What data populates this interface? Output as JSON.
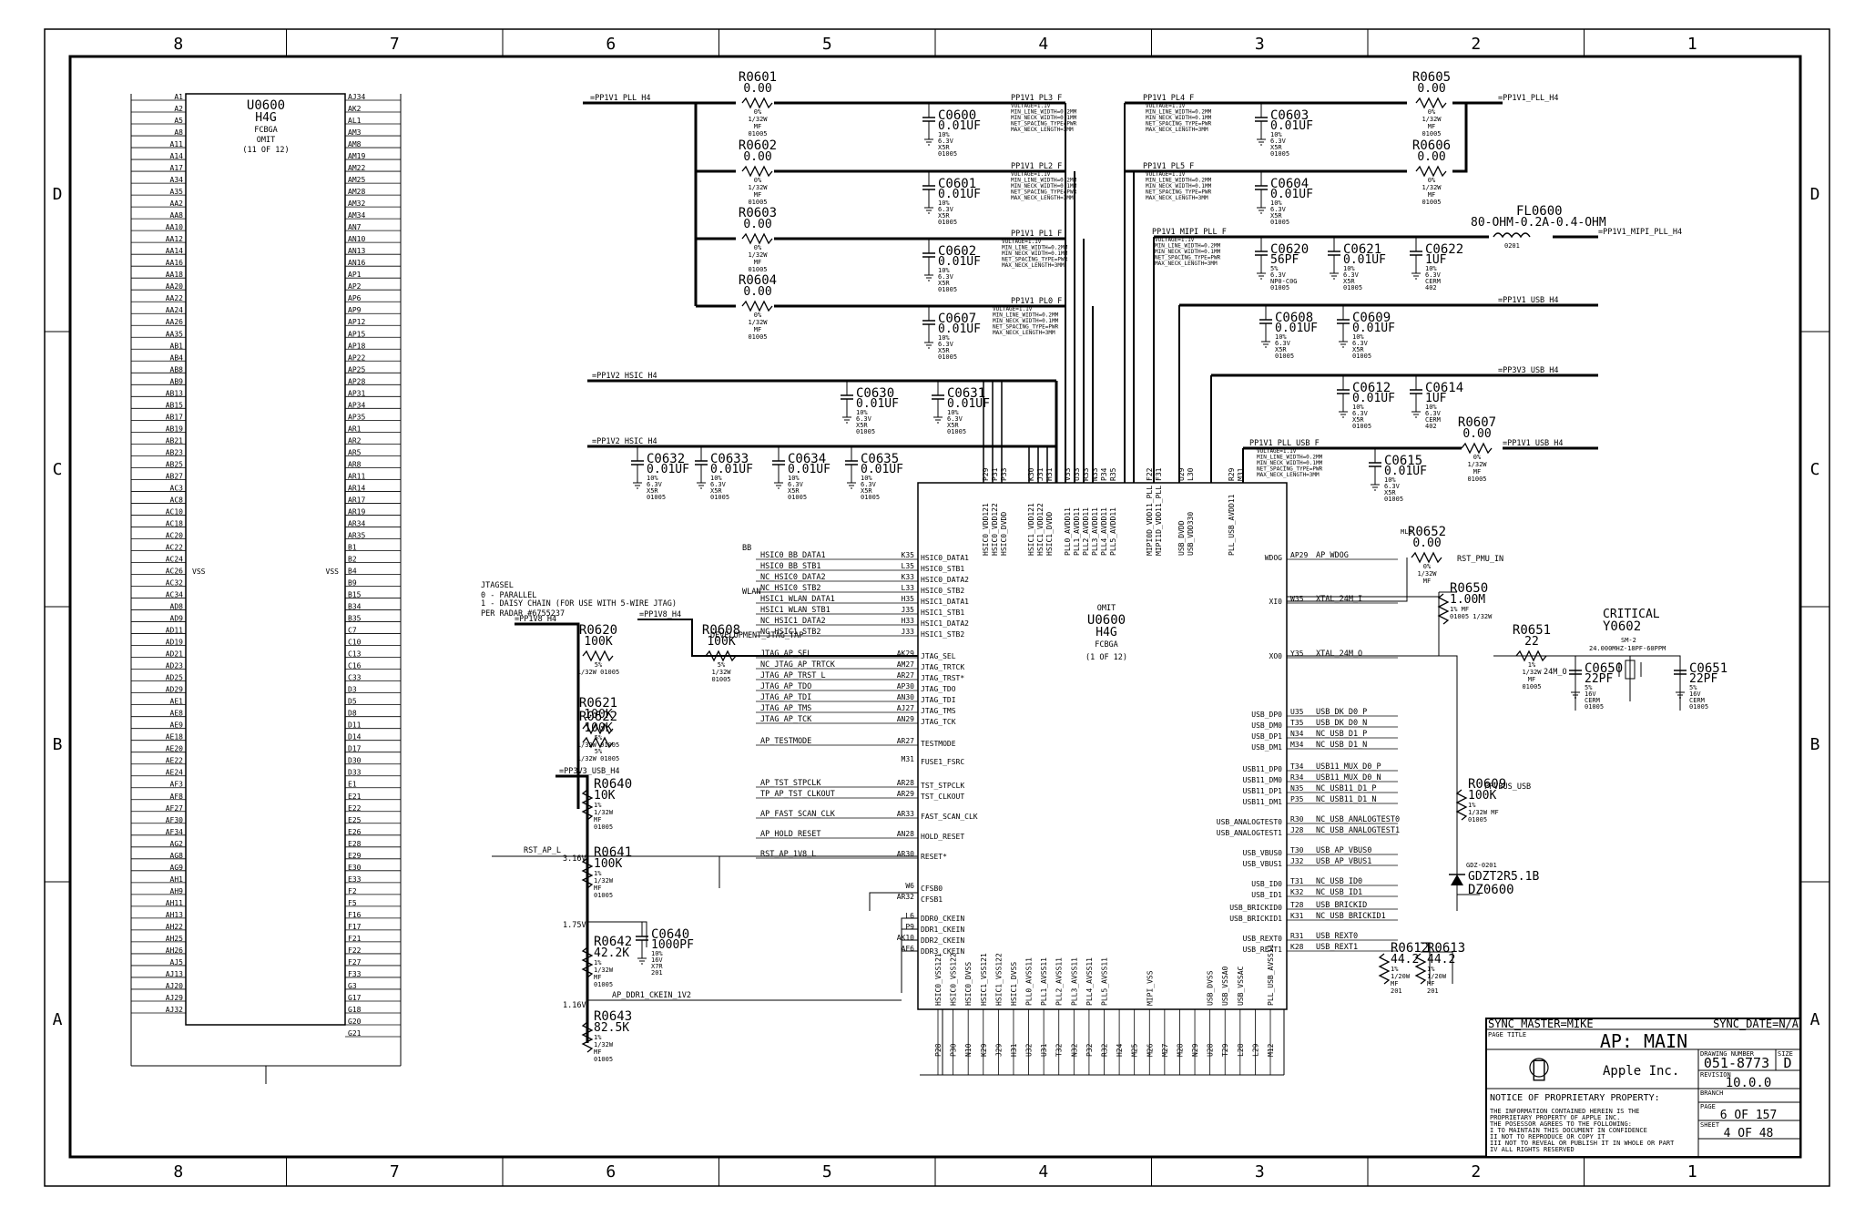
{
  "frame": {
    "columns": [
      "8",
      "7",
      "6",
      "5",
      "4",
      "3",
      "2",
      "1"
    ],
    "rows": [
      "D",
      "C",
      "B",
      "A"
    ]
  },
  "u0600_connector": {
    "ref": "U0600",
    "part": "H4G",
    "pkg": "FCBGA",
    "note": "OMIT",
    "unit": "(11 OF 12)",
    "vss": "VSS",
    "left_pins": [
      "A1",
      "A2",
      "A5",
      "A8",
      "A11",
      "A14",
      "A17",
      "A34",
      "A35",
      "AA2",
      "AA8",
      "AA10",
      "AA12",
      "AA14",
      "AA16",
      "AA18",
      "AA20",
      "AA22",
      "AA24",
      "AA26",
      "AA35",
      "AB1",
      "AB4",
      "AB8",
      "AB9",
      "AB13",
      "AB15",
      "AB17",
      "AB19",
      "AB21",
      "AB23",
      "AB25",
      "AB27",
      "AC3",
      "AC8",
      "AC10",
      "AC18",
      "AC20",
      "AC22",
      "AC24",
      "AC26",
      "AC32",
      "AC34",
      "AD8",
      "AD9",
      "AD11",
      "AD19",
      "AD21",
      "AD23",
      "AD25",
      "AD29",
      "AE1",
      "AE8",
      "AE9",
      "AE18",
      "AE20",
      "AE22",
      "AE24",
      "AF3",
      "AF8",
      "AF27",
      "AF30",
      "AF34",
      "AG2",
      "AG8",
      "AG9",
      "AH1",
      "AH9",
      "AH11",
      "AH13",
      "AH22",
      "AH25",
      "AH26",
      "AJ5",
      "AJ13",
      "AJ20",
      "AJ29",
      "AJ32"
    ],
    "right_pins": [
      "AJ34",
      "AK2",
      "AL1",
      "AM3",
      "AM8",
      "AM19",
      "AM22",
      "AM25",
      "AM28",
      "AM32",
      "AM34",
      "AN7",
      "AN10",
      "AN13",
      "AN16",
      "AP1",
      "AP2",
      "AP6",
      "AP9",
      "AP12",
      "AP15",
      "AP18",
      "AP22",
      "AP25",
      "AP28",
      "AP31",
      "AP34",
      "AP35",
      "AR1",
      "AR2",
      "AR5",
      "AR8",
      "AR11",
      "AR14",
      "AR17",
      "AR19",
      "AR34",
      "AR35",
      "B1",
      "B2",
      "B4",
      "B9",
      "B15",
      "B34",
      "B35",
      "C7",
      "C10",
      "C13",
      "C16",
      "C33",
      "D3",
      "D5",
      "D8",
      "D11",
      "D14",
      "D17",
      "D30",
      "D33",
      "E1",
      "E21",
      "E22",
      "E25",
      "E26",
      "E28",
      "E29",
      "E30",
      "E33",
      "F2",
      "F5",
      "F16",
      "F17",
      "F21",
      "F22",
      "F27",
      "F33",
      "G3",
      "G17",
      "G18",
      "G20",
      "G21"
    ]
  },
  "resistors": [
    {
      "ref": "R0601",
      "value": "0.00",
      "specs": [
        "0%",
        "1/32W",
        "MF",
        "01005"
      ]
    },
    {
      "ref": "R0602",
      "value": "0.00",
      "specs": [
        "0%",
        "1/32W",
        "MF",
        "01005"
      ]
    },
    {
      "ref": "R0603",
      "value": "0.00",
      "specs": [
        "0%",
        "1/32W",
        "MF",
        "01005"
      ]
    },
    {
      "ref": "R0604",
      "value": "0.00",
      "specs": [
        "0%",
        "1/32W",
        "MF",
        "01005"
      ]
    },
    {
      "ref": "R0605",
      "value": "0.00",
      "specs": [
        "0%",
        "1/32W",
        "MF",
        "01005"
      ]
    },
    {
      "ref": "R0606",
      "value": "0.00",
      "specs": [
        "0%",
        "1/32W",
        "MF",
        "01005"
      ]
    },
    {
      "ref": "R0607",
      "value": "0.00",
      "specs": [
        "0%",
        "1/32W",
        "MF",
        "01005"
      ]
    },
    {
      "ref": "R0608",
      "value": "100K",
      "specs": [
        "5%",
        "1/32W",
        "01005"
      ]
    },
    {
      "ref": "R0620",
      "value": "100K",
      "specs": [
        "5%",
        "1/32W 01005"
      ]
    },
    {
      "ref": "R0621",
      "value": "100K",
      "specs": [
        "5%",
        "1/32W 01005"
      ]
    },
    {
      "ref": "R0622",
      "value": "100K",
      "specs": [
        "5%",
        "1/32W 01005"
      ]
    },
    {
      "ref": "R0640",
      "value": "10K",
      "specs": [
        "1%",
        "1/32W",
        "MF",
        "01005"
      ]
    },
    {
      "ref": "R0641",
      "value": "100K",
      "specs": [
        "1%",
        "1/32W",
        "MF",
        "01005"
      ]
    },
    {
      "ref": "R0642",
      "value": "42.2K",
      "specs": [
        "1%",
        "1/32W",
        "MF",
        "01005"
      ]
    },
    {
      "ref": "R0643",
      "value": "82.5K",
      "specs": [
        "1%",
        "1/32W",
        "MF",
        "01005"
      ]
    },
    {
      "ref": "R0650",
      "value": "1.00M",
      "specs": [
        "1% MF",
        "01005 1/32W"
      ]
    },
    {
      "ref": "R0651",
      "value": "22",
      "specs": [
        "1%",
        "1/32W",
        "MF",
        "01005"
      ]
    },
    {
      "ref": "R0652",
      "value": "0.00",
      "specs": [
        "0%",
        "1/32W",
        "MF"
      ]
    },
    {
      "ref": "R0609",
      "value": "100K",
      "specs": [
        "1%",
        "1/32W MF",
        "01005"
      ]
    },
    {
      "ref": "R0612",
      "value": "44.2",
      "specs": [
        "1%",
        "1/20W",
        "MF",
        "201"
      ]
    },
    {
      "ref": "R0613",
      "value": "44.2",
      "specs": [
        "1%",
        "1/20W",
        "MF",
        "201"
      ]
    }
  ],
  "capacitors": [
    {
      "ref": "C0600",
      "value": "0.01UF",
      "specs": [
        "10%",
        "6.3V",
        "X5R",
        "01005"
      ]
    },
    {
      "ref": "C0601",
      "value": "0.01UF",
      "specs": [
        "10%",
        "6.3V",
        "X5R",
        "01005"
      ]
    },
    {
      "ref": "C0602",
      "value": "0.01UF",
      "specs": [
        "10%",
        "6.3V",
        "X5R",
        "01005"
      ]
    },
    {
      "ref": "C0607",
      "value": "0.01UF",
      "specs": [
        "10%",
        "6.3V",
        "X5R",
        "01005"
      ]
    },
    {
      "ref": "C0603",
      "value": "0.01UF",
      "specs": [
        "10%",
        "6.3V",
        "X5R",
        "01005"
      ]
    },
    {
      "ref": "C0604",
      "value": "0.01UF",
      "specs": [
        "10%",
        "6.3V",
        "X5R",
        "01005"
      ]
    },
    {
      "ref": "C0620",
      "value": "56PF",
      "specs": [
        "5%",
        "6.3V",
        "NP0-C0G",
        "01005"
      ]
    },
    {
      "ref": "C0621",
      "value": "0.01UF",
      "specs": [
        "10%",
        "6.3V",
        "X5R",
        "01005"
      ]
    },
    {
      "ref": "C0622",
      "value": "1UF",
      "specs": [
        "10%",
        "6.3V",
        "CERM",
        "402"
      ]
    },
    {
      "ref": "C0608",
      "value": "0.01UF",
      "specs": [
        "10%",
        "6.3V",
        "X5R",
        "01005"
      ]
    },
    {
      "ref": "C0609",
      "value": "0.01UF",
      "specs": [
        "10%",
        "6.3V",
        "X5R",
        "01005"
      ]
    },
    {
      "ref": "C0612",
      "value": "0.01UF",
      "specs": [
        "10%",
        "6.3V",
        "X5R",
        "01005"
      ]
    },
    {
      "ref": "C0614",
      "value": "1UF",
      "specs": [
        "10%",
        "6.3V",
        "CERM",
        "402"
      ]
    },
    {
      "ref": "C0615",
      "value": "0.01UF",
      "specs": [
        "10%",
        "6.3V",
        "X5R",
        "01005"
      ]
    },
    {
      "ref": "C0630",
      "value": "0.01UF",
      "specs": [
        "10%",
        "6.3V",
        "X5R",
        "01005"
      ]
    },
    {
      "ref": "C0631",
      "value": "0.01UF",
      "specs": [
        "10%",
        "6.3V",
        "X5R",
        "01005"
      ]
    },
    {
      "ref": "C0632",
      "value": "0.01UF",
      "specs": [
        "10%",
        "6.3V",
        "X5R",
        "01005"
      ]
    },
    {
      "ref": "C0633",
      "value": "0.01UF",
      "specs": [
        "10%",
        "6.3V",
        "X5R",
        "01005"
      ]
    },
    {
      "ref": "C0634",
      "value": "0.01UF",
      "specs": [
        "10%",
        "6.3V",
        "X5R",
        "01005"
      ]
    },
    {
      "ref": "C0635",
      "value": "0.01UF",
      "specs": [
        "10%",
        "6.3V",
        "X5R",
        "01005"
      ]
    },
    {
      "ref": "C0640",
      "value": "1000PF",
      "specs": [
        "10%",
        "16V",
        "X7R",
        "201"
      ]
    },
    {
      "ref": "C0650",
      "value": "22PF",
      "specs": [
        "5%",
        "16V",
        "CERM",
        "01005"
      ]
    },
    {
      "ref": "C0651",
      "value": "22PF",
      "specs": [
        "5%",
        "16V",
        "CERM",
        "01005"
      ]
    }
  ],
  "special_parts": {
    "fl0600_ref": "FL0600",
    "fl0600_value": "80-OHM-0.2A-0.4-OHM",
    "fl0600_pkg": "0201",
    "y0602_note": "CRITICAL",
    "y0602_ref": "Y0602",
    "y0602_pkg": "SM-2",
    "y0602_value": "24.000MHZ-18PF-60PPM",
    "dz0600_pkg": "GDZ-0201",
    "dz0600_part": "GDZT2R5.1B",
    "dz0600_ref": "DZ0600",
    "mlb": "MLB"
  },
  "net_labels": {
    "pp1v1_pll_h4_left": "=PP1V1_PLL_H4",
    "pp1v1_pll_h4_right": "=PP1V1_PLL_H4",
    "pp1v1_mipi_pll_h4": "=PP1V1_MIPI_PLL_H4",
    "pp1v1_usb_h4": "=PP1V1_USB_H4",
    "pp3v3_usb_h4": "=PP3V3_USB_H4",
    "pp1v1_usb_h4_b": "=PP1V1_USB_H4",
    "pp1v2_hsic_h4_a": "=PP1V2_HSIC_H4",
    "pp1v2_hsic_h4_b": "=PP1V2_HSIC_H4",
    "pp1v8_h4_a": "=PP1V8_H4",
    "pp1v8_h4_b": "=PP1V8_H4",
    "pp3v3_usb_h4_b": "=PP3V3_USB_H4",
    "ppvbus_usb": "PPVBUS_USB",
    "pp1v1_pl3_f": "PP1V1_PL3_F",
    "pp1v1_pl2_f": "PP1V1_PL2_F",
    "pp1v1_pl1_f": "PP1V1_PL1_F",
    "pp1v1_pl0_f": "PP1V1_PL0_F",
    "pp1v1_pl4_f": "PP1V1_PL4_F",
    "pp1v1_pl5_f": "PP1V1_PL5_F",
    "pp1v1_mipi_pll_f": "PP1V1_MIPI_PLL_F",
    "pp1v1_pll_usb_f": "PP1V1_PLL_USB_F",
    "rule1": "VOLTAGE=1.1V",
    "rule2": "MIN_LINE_WIDTH=0.2MM",
    "rule3": "MIN_NECK_WIDTH=0.1MM",
    "rule4": "NET_SPACING_TYPE=PWR",
    "rule5": "MAX_NECK_LENGTH=3MM"
  },
  "jtag_block": {
    "title": "JTAGSEL",
    "line0": "0 - PARALLEL",
    "line1": "1 - DAISY CHAIN (FOR USE WITH 5-WIRE JTAG)",
    "line2": "PER RADAR #6755237",
    "bb": "BB",
    "wlan": "WLAN",
    "dev": "DEVELOPMENT_JTAG_TAP"
  },
  "left_signals": [
    {
      "net": "HSIC0_BB_DATA1",
      "ball": "K35",
      "pin": "HSIC0_DATA1"
    },
    {
      "net": "HSIC0_BB_STB1",
      "ball": "L35",
      "pin": "HSIC0_STB1"
    },
    {
      "net": "NC_HSIC0_DATA2",
      "ball": "K33",
      "pin": "HSIC0_DATA2"
    },
    {
      "net": "NC_HSIC0_STB2",
      "ball": "L33",
      "pin": "HSIC0_STB2"
    },
    {
      "net": "HSIC1_WLAN_DATA1",
      "ball": "H35",
      "pin": "HSIC1_DATA1"
    },
    {
      "net": "HSIC1_WLAN_STB1",
      "ball": "J35",
      "pin": "HSIC1_STB1"
    },
    {
      "net": "NC_HSIC1_DATA2",
      "ball": "H33",
      "pin": "HSIC1_DATA2"
    },
    {
      "net": "NC_HSIC1_STB2",
      "ball": "J33",
      "pin": "HSIC1_STB2"
    },
    {
      "net": "JTAG_AP_SEL",
      "ball": "AK29",
      "pin": "JTAG_SEL"
    },
    {
      "net": "NC_JTAG_AP_TRTCK",
      "ball": "AM27",
      "pin": "JTAG_TRTCK"
    },
    {
      "net": "JTAG_AP_TRST_L",
      "ball": "AR27",
      "pin": "JTAG_TRST*"
    },
    {
      "net": "JTAG_AP_TDO",
      "ball": "AP30",
      "pin": "JTAG_TDO"
    },
    {
      "net": "JTAG_AP_TDI",
      "ball": "AN30",
      "pin": "JTAG_TDI"
    },
    {
      "net": "JTAG_AP_TMS",
      "ball": "AJ27",
      "pin": "JTAG_TMS"
    },
    {
      "net": "JTAG_AP_TCK",
      "ball": "AN29",
      "pin": "JTAG_TCK"
    },
    {
      "net": "AP_TESTMODE",
      "ball": "AR27",
      "pin": "TESTMODE"
    },
    {
      "net": "",
      "ball": "M31",
      "pin": "FUSE1_FSRC"
    },
    {
      "net": "AP_TST_STPCLK",
      "ball": "AR28",
      "pin": "TST_STPCLK"
    },
    {
      "net": "TP_AP_TST_CLKOUT",
      "ball": "AR29",
      "pin": "TST_CLKOUT"
    },
    {
      "net": "AP_FAST_SCAN_CLK",
      "ball": "AR33",
      "pin": "FAST_SCAN_CLK"
    },
    {
      "net": "AP_HOLD_RESET",
      "ball": "AN28",
      "pin": "HOLD_RESET"
    },
    {
      "net": "RST_AP_1V8_L",
      "ball": "AR30",
      "pin": "RESET*"
    },
    {
      "net": "",
      "ball": "W6",
      "pin": "CFSB0"
    },
    {
      "net": "",
      "ball": "AR32",
      "pin": "CFSB1"
    },
    {
      "net": "",
      "ball": "L6",
      "pin": "DDR0_CKEIN"
    },
    {
      "net": "",
      "ball": "P9",
      "pin": "DDR1_CKEIN"
    },
    {
      "net": "",
      "ball": "AK10",
      "pin": "DDR2_CKEIN"
    },
    {
      "net": "",
      "ball": "AF6",
      "pin": "DDR3_CKEIN"
    }
  ],
  "right_signals": [
    {
      "pin": "WDOG",
      "ball": "AP29",
      "net": "AP_WDOG"
    },
    {
      "pin": "XI0",
      "ball": "W35",
      "net": "XTAL_24M_I"
    },
    {
      "pin": "XO0",
      "ball": "Y35",
      "net": "XTAL_24M_O"
    },
    {
      "pin": "USB_DP0",
      "ball": "U35",
      "net": "USB_DK_D0_P"
    },
    {
      "pin": "USB_DM0",
      "ball": "T35",
      "net": "USB_DK_D0_N"
    },
    {
      "pin": "USB_DP1",
      "ball": "N34",
      "net": "NC_USB_D1_P"
    },
    {
      "pin": "USB_DM1",
      "ball": "M34",
      "net": "NC_USB_D1_N"
    },
    {
      "pin": "USB11_DP0",
      "ball": "T34",
      "net": "USB11_MUX_D0_P"
    },
    {
      "pin": "USB11_DM0",
      "ball": "R34",
      "net": "USB11_MUX_D0_N"
    },
    {
      "pin": "USB11_DP1",
      "ball": "N35",
      "net": "NC_USB11_D1_P"
    },
    {
      "pin": "USB11_DM1",
      "ball": "P35",
      "net": "NC_USB11_D1_N"
    },
    {
      "pin": "USB_ANALOGTEST0",
      "ball": "R30",
      "net": "NC_USB_ANALOGTEST0"
    },
    {
      "pin": "USB_ANALOGTEST1",
      "ball": "J28",
      "net": "NC_USB_ANALOGTEST1"
    },
    {
      "pin": "USB_VBUS0",
      "ball": "T30",
      "net": "USB_AP_VBUS0"
    },
    {
      "pin": "USB_VBUS1",
      "ball": "J32",
      "net": "USB_AP_VBUS1"
    },
    {
      "pin": "USB_ID0",
      "ball": "T31",
      "net": "NC_USB_ID0"
    },
    {
      "pin": "USB_ID1",
      "ball": "K32",
      "net": "NC_USB_ID1"
    },
    {
      "pin": "USB_BRICKID0",
      "ball": "T28",
      "net": "USB_BRICKID"
    },
    {
      "pin": "USB_BRICKID1",
      "ball": "K31",
      "net": "NC_USB_BRICKID1"
    },
    {
      "pin": "USB_REXT0",
      "ball": "R31",
      "net": "USB_REXT0"
    },
    {
      "pin": "USB_REXT1",
      "ball": "K28",
      "net": "USB_REXT1"
    }
  ],
  "top_pins": [
    {
      "ball": "P29",
      "name": "HSIC0_VDD121"
    },
    {
      "ball": "P31",
      "name": "HSIC0_VDD122"
    },
    {
      "ball": "P33",
      "name": "HSIC0_DVDD"
    },
    {
      "ball": "K30",
      "name": "HSIC1_VDD121"
    },
    {
      "ball": "J31",
      "name": "HSIC1_VDD122"
    },
    {
      "ball": "H31",
      "name": "HSIC1_DVDD"
    },
    {
      "ball": "V33",
      "name": "PLL0_AVDD11"
    },
    {
      "ball": "U33",
      "name": "PLL1_AVDD11"
    },
    {
      "ball": "R33",
      "name": "PLL2_AVDD11"
    },
    {
      "ball": "N33",
      "name": "PLL3_AVDD11"
    },
    {
      "ball": "P34",
      "name": "PLL4_AVDD11"
    },
    {
      "ball": "R35",
      "name": "PLL5_AVDD11"
    },
    {
      "ball": "F22",
      "name": "MIPI0D_VDD11_PLL"
    },
    {
      "ball": "F31",
      "name": "MIPI1D_VDD11_PLL"
    },
    {
      "ball": "U29",
      "name": "USB_DVDD"
    },
    {
      "ball": "L30",
      "name": "USB_VDD330"
    },
    {
      "ball": "R29",
      "name": "PLL_USB_AVDD11"
    },
    {
      "ball": "M31",
      "name": ""
    }
  ],
  "bottom_pins": [
    {
      "ball": "P28",
      "name": "HSIC0_VSS121"
    },
    {
      "ball": "P30",
      "name": "HSIC0_VSS122"
    },
    {
      "ball": "N10",
      "name": "HSIC0_DVSS"
    },
    {
      "ball": "K29",
      "name": "HSIC1_VSS121"
    },
    {
      "ball": "J29",
      "name": "HSIC1_VSS122"
    },
    {
      "ball": "H31",
      "name": "HSIC1_DVSS"
    },
    {
      "ball": "U32",
      "name": "PLL0_AVSS11"
    },
    {
      "ball": "U31",
      "name": "PLL1_AVSS11"
    },
    {
      "ball": "T32",
      "name": "PLL2_AVSS11"
    },
    {
      "ball": "N32",
      "name": "PLL3_AVSS11"
    },
    {
      "ball": "P32",
      "name": "PLL4_AVSS11"
    },
    {
      "ball": "R32",
      "name": "PLL5_AVSS11"
    },
    {
      "ball": "H24",
      "name": ""
    },
    {
      "ball": "M25",
      "name": ""
    },
    {
      "ball": "M26",
      "name": "MIPI_VSS"
    },
    {
      "ball": "M27",
      "name": ""
    },
    {
      "ball": "M28",
      "name": ""
    },
    {
      "ball": "N29",
      "name": ""
    },
    {
      "ball": "U28",
      "name": "USB_DVSS"
    },
    {
      "ball": "T29",
      "name": "USB_VSSA0"
    },
    {
      "ball": "L28",
      "name": "USB_VSSAC"
    },
    {
      "ball": "L29",
      "name": ""
    },
    {
      "ball": "M12",
      "name": "PLL_USB_AVSS11"
    }
  ],
  "main_chip": {
    "note": "OMIT",
    "ref": "U0600",
    "part": "H4G",
    "pkg": "FCBGA",
    "unit": "(1 OF 12)"
  },
  "misc_text": {
    "rst_ap_l": "RST_AP_L",
    "v316": "3.16V",
    "v175": "1.75V",
    "v116": "1.16V",
    "ap_ddr1": "AP_DDR1_CKEIN_1V2",
    "rst_pmu_in": "RST_PMU_IN",
    "m24o": "24M_O"
  },
  "title_block": {
    "sync_master": "SYNC_MASTER=MIKE",
    "sync_date": "SYNC_DATE=N/A",
    "page_title_lbl": "PAGE TITLE",
    "page_title": "AP: MAIN",
    "company": "Apple Inc.",
    "dwg_lbl": "DRAWING NUMBER",
    "dwg_num": "051-8773",
    "size_lbl": "SIZE",
    "size": "D",
    "rev_lbl": "REVISION",
    "rev": "10.0.0",
    "branch_lbl": "BRANCH",
    "page_lbl": "PAGE",
    "page": "6 OF 157",
    "sheet_lbl": "SHEET",
    "sheet": "4 OF 48",
    "notice": "NOTICE OF PROPRIETARY PROPERTY:",
    "n1": "THE INFORMATION CONTAINED HEREIN IS THE",
    "n2": "PROPRIETARY PROPERTY OF APPLE INC.",
    "n3": "THE POSESSOR AGREES TO THE FOLLOWING:",
    "n4": "I TO MAINTAIN THIS DOCUMENT IN CONFIDENCE",
    "n5": "II NOT TO REPRODUCE OR COPY IT",
    "n6": "III NOT TO REVEAL OR PUBLISH IT IN WHOLE OR PART",
    "n7": "IV ALL RIGHTS RESERVED"
  }
}
